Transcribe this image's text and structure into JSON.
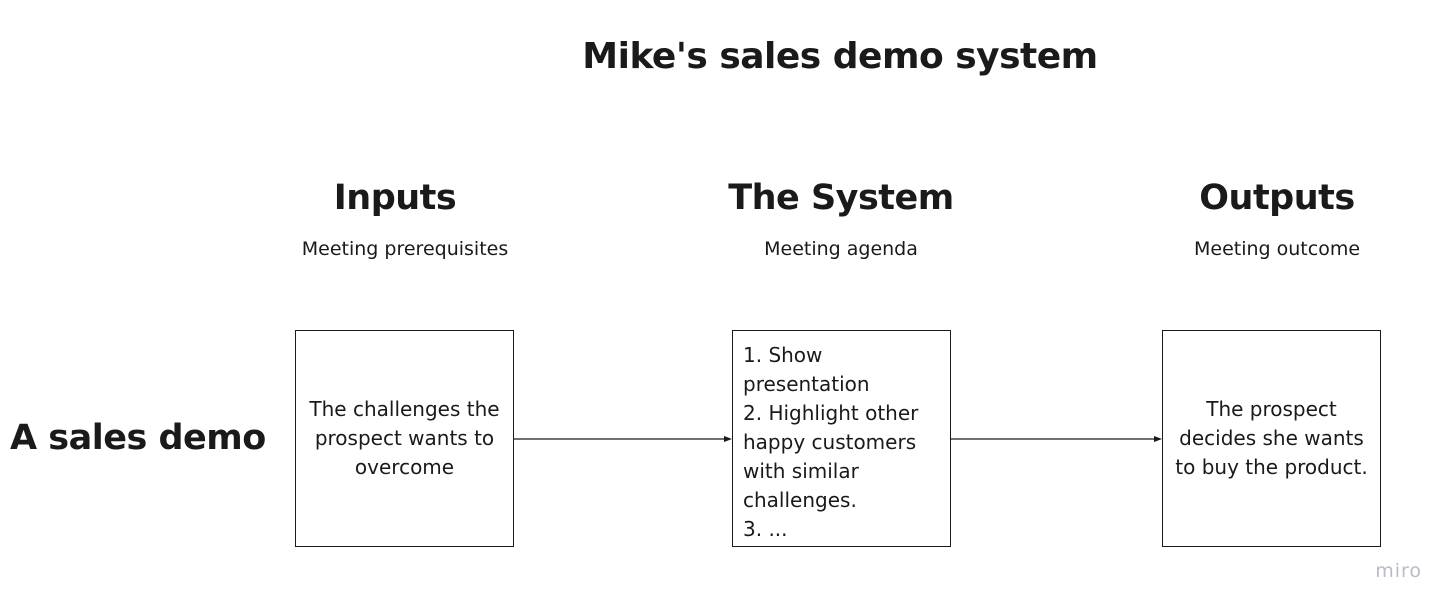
{
  "title": "Mike's sales demo system",
  "row_label": "A sales demo",
  "columns": [
    {
      "heading": "Inputs",
      "subheading": "Meeting prerequisites",
      "box_text": "The challenges the prospect wants to overcome"
    },
    {
      "heading": "The System",
      "subheading": "Meeting agenda",
      "box_items": [
        "1. Show presentation",
        "2. Highlight other happy customers with similar challenges.",
        "3. ..."
      ]
    },
    {
      "heading": "Outputs",
      "subheading": "Meeting outcome",
      "box_text": "The prospect decides she wants to buy the product."
    }
  ],
  "watermark": "miro",
  "colors": {
    "text": "#1a1a1a",
    "box_border": "#1a1a1a",
    "watermark": "#b8bcc6",
    "background": "#ffffff"
  }
}
